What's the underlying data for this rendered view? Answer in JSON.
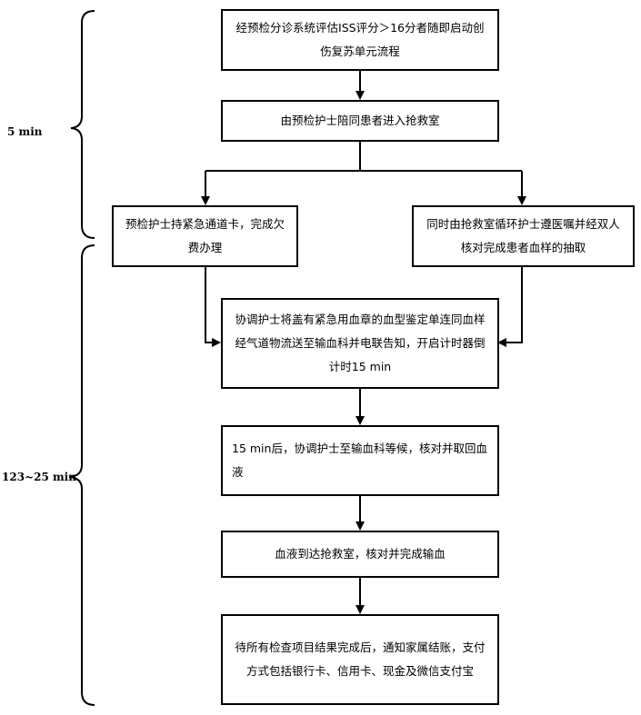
{
  "phases": {
    "phase1": "5 min",
    "phase2": "123~25 min"
  },
  "steps": {
    "step1": "经预检分诊系统评估ISS评分＞16分者随即启动创伤复苏单元流程",
    "step2": "由预检护士陪同患者进入抢救室",
    "step3a": "预检护士持紧急通道卡，完成欠费办理",
    "step3b": "同时由抢救室循环护士遵医嘱并经双人核对完成患者血样的抽取",
    "step4": "协调护士将盖有紧急用血章的血型鉴定单连同血样经气道物流送至输血科并电联告知，开启计时器倒计时15 min",
    "step5": "15 min后，协调护士至输血科等候，核对并取回血液",
    "step6": "血液到达抢救室，核对并完成输血",
    "step7": "待所有检查项目结果完成后，通知家属结账，支付方式包括银行卡、信用卡、现金及微信支付宝"
  }
}
